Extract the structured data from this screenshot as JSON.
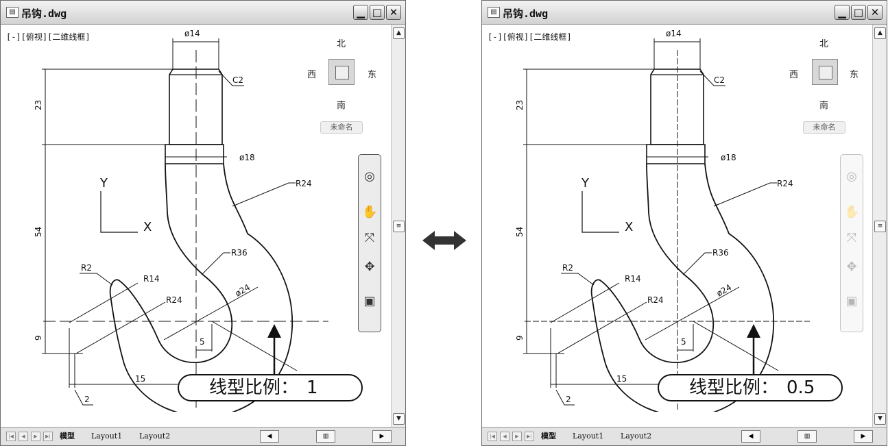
{
  "windows": [
    {
      "title": "吊钩.dwg",
      "viewport_label": "[-][俯视][二维线框]",
      "viewcube": {
        "north": "北",
        "south": "南",
        "east": "东",
        "west": "西",
        "name": "未命名"
      },
      "callout": {
        "label": "线型比例：",
        "value": "1"
      },
      "tabs": [
        "模型",
        "Layout1",
        "Layout2"
      ],
      "navbar_faded": false
    },
    {
      "title": "吊钩.dwg",
      "viewport_label": "[-][俯视][二维线框]",
      "viewcube": {
        "north": "北",
        "south": "南",
        "east": "东",
        "west": "西",
        "name": "未命名"
      },
      "callout": {
        "label": "线型比例：",
        "value": "0.5"
      },
      "tabs": [
        "模型",
        "Layout1",
        "Layout2"
      ],
      "navbar_faded": true
    }
  ],
  "dimensions": {
    "d14": "ø14",
    "c2": "C2",
    "d18": "ø18",
    "r24_top": "R24",
    "r36": "R36",
    "d24": "ø24",
    "r2": "R2",
    "r14": "R14",
    "r24_left": "R24",
    "v23": "23",
    "v54": "54",
    "v9": "9",
    "v5": "5",
    "v15": "15",
    "v2": "2"
  },
  "ucs": {
    "x": "X",
    "y": "Y"
  },
  "colors": {
    "window_border": "#6b6b6b",
    "titlebar": "#d2d2d2",
    "drawing": "#111111",
    "callout_border": "#111111"
  },
  "icons": [
    "app-icon",
    "minimize-icon",
    "maximize-icon",
    "close-icon",
    "scroll-up-icon",
    "scroll-down-icon",
    "steering-wheel-icon",
    "pan-hand-icon",
    "zoom-icon",
    "orbit-icon",
    "showmotion-icon",
    "double-arrow-icon"
  ]
}
